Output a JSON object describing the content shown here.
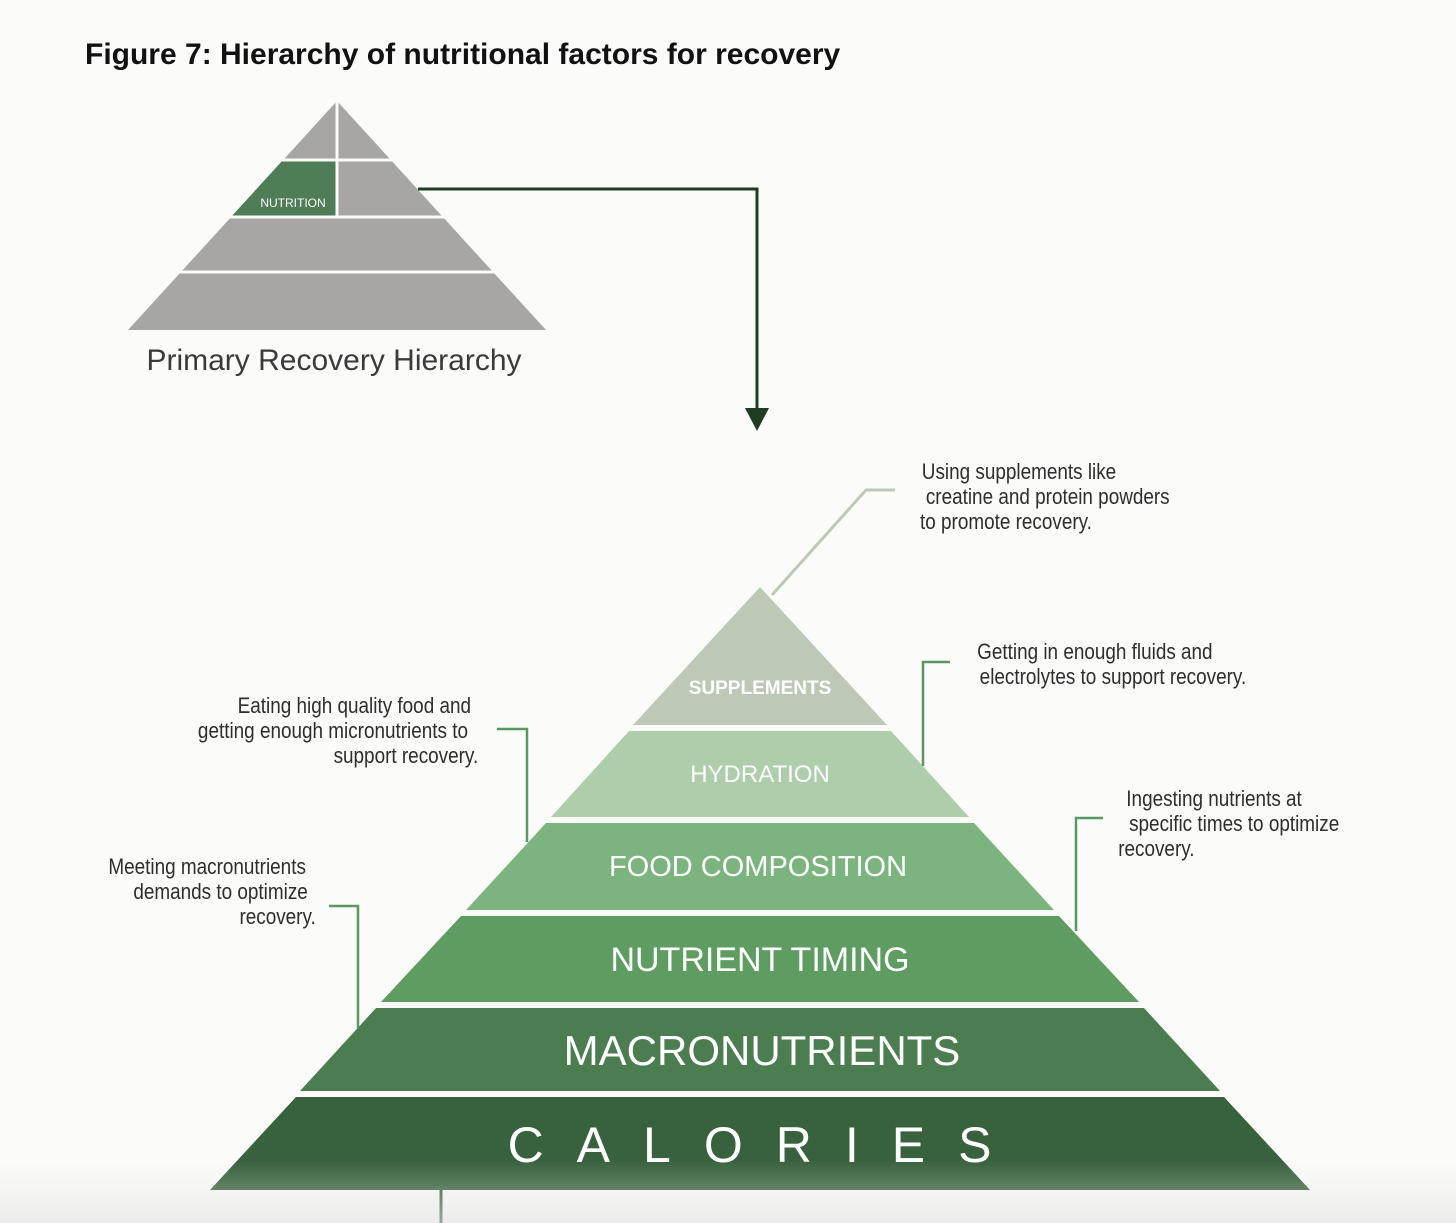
{
  "figure": {
    "title": "Figure 7: Hierarchy of nutritional factors for recovery"
  },
  "primary_hierarchy": {
    "caption": "Primary Recovery Hierarchy",
    "highlighted_cell_label": "NUTRITION"
  },
  "pyramid": {
    "tiers": [
      {
        "label": "SUPPLEMENTS",
        "color": "#bdc9b6"
      },
      {
        "label": "HYDRATION",
        "color": "#adcdab"
      },
      {
        "label": "FOOD COMPOSITION",
        "color": "#7cb47f"
      },
      {
        "label": "NUTRIENT TIMING",
        "color": "#5e9c61"
      },
      {
        "label": "MACRONUTRIENTS",
        "color": "#4b7d50"
      },
      {
        "label": "CALORIES",
        "color": "#38613d"
      }
    ]
  },
  "annotations": {
    "supplements": [
      "Using supplements like",
      "creatine and protein powders",
      "to promote recovery."
    ],
    "hydration": [
      "Getting in enough fluids and",
      "electrolytes to support recovery."
    ],
    "food_composition": [
      "Eating high quality food and",
      "getting enough micronutrients to",
      "support recovery."
    ],
    "nutrient_timing": [
      "Ingesting nutrients at",
      "specific times to optimize",
      "recovery."
    ],
    "macronutrients": [
      "Meeting macronutrients",
      "demands to optimize",
      "recovery."
    ]
  },
  "colors": {
    "gray_pyramid": "#a7a6a3",
    "nutrition_cell": "#4e7d56",
    "arrow": "#1e3d22",
    "leader_supplements": "#bdc9b6",
    "leader": "#5c9660"
  }
}
